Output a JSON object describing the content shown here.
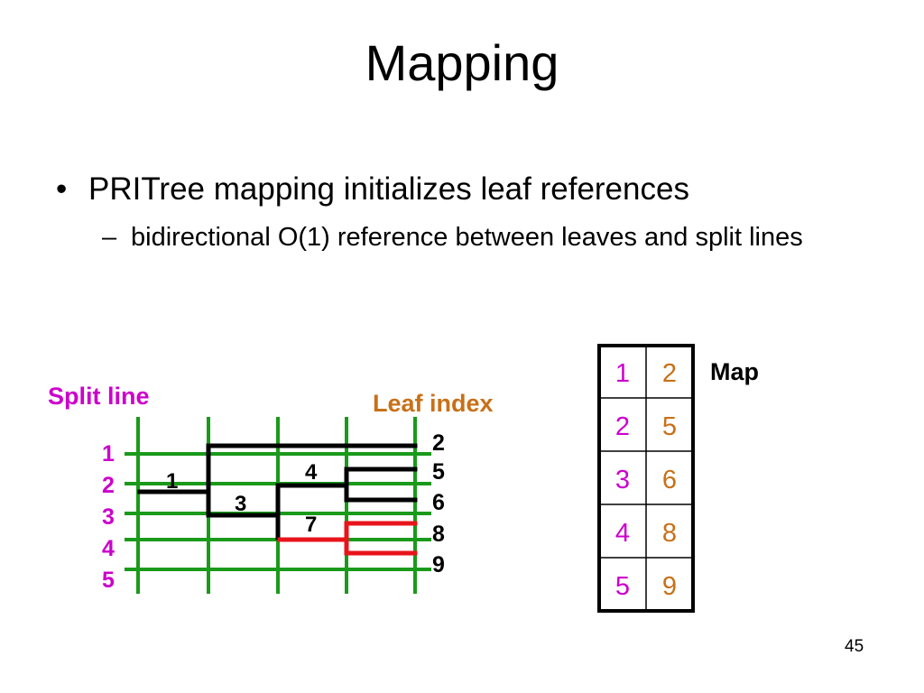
{
  "slide": {
    "title": "Mapping",
    "bullet": "PRITree mapping initializes leaf references",
    "bullet_marker": "•",
    "sub_marker": "–",
    "sub_bullet": "bidirectional O(1) reference between leaves and split lines",
    "page_number": "45"
  },
  "diagram": {
    "split_line_label": "Split line",
    "leaf_index_label": "Leaf index",
    "map_label": "Map",
    "row_labels": [
      "1",
      "2",
      "3",
      "4",
      "5"
    ],
    "leaf_labels": [
      "2",
      "5",
      "6",
      "8",
      "9"
    ],
    "node_labels": {
      "n1": "1",
      "n3": "3",
      "n4": "4",
      "n7": "7"
    },
    "colors": {
      "grid": "#1a9a1a",
      "tree": "#000000",
      "highlight": "#e8141b",
      "split_label": "#cc00cc",
      "leaf_label": "#c87018",
      "map_left": "#cc00cc",
      "map_right": "#c87018"
    }
  },
  "map_table": {
    "rows": [
      [
        "1",
        "2"
      ],
      [
        "2",
        "5"
      ],
      [
        "3",
        "6"
      ],
      [
        "4",
        "8"
      ],
      [
        "5",
        "9"
      ]
    ]
  }
}
